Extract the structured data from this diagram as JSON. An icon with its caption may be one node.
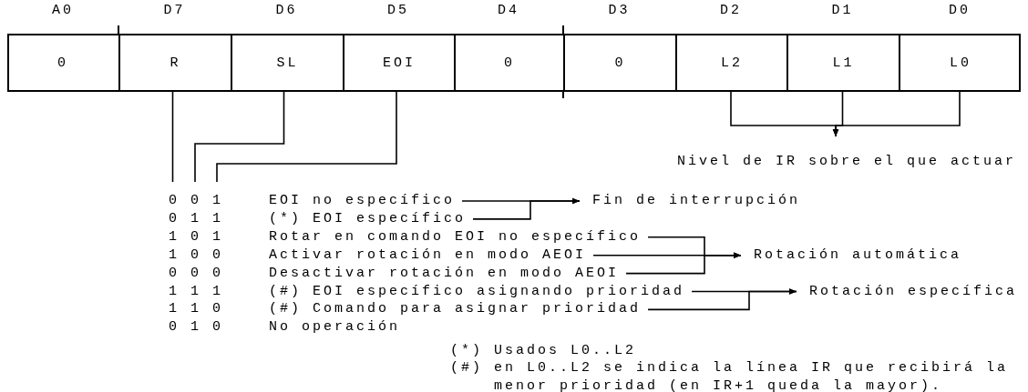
{
  "diagram": {
    "nodes": [
      {
        "text": [
          "0"
        ]
      },
      {
        "text": [
          "R"
        ]
      },
      {
        "text": [
          "SL"
        ]
      },
      {
        "text": [
          "EOI"
        ]
      },
      {
        "text": [
          "0"
        ]
      },
      {
        "text": [
          "0"
        ]
      },
      {
        "text": [
          "L2"
        ]
      },
      {
        "text": [
          "L1"
        ]
      },
      {
        "text": [
          "L0"
        ]
      },
      {
        "text": [
          "Nivel de IR sobre el que actuar"
        ]
      },
      {
        "text": [
          "EOI no específico"
        ]
      },
      {
        "text": [
          "Fin de interrupción"
        ]
      },
      {
        "text": [
          "(*) EOI específico"
        ]
      },
      {
        "text": [
          "Rotar en comando EOI no específico"
        ]
      },
      {
        "text": [
          "Activar rotación en modo AEOI"
        ]
      },
      {
        "text": [
          "Rotación automática"
        ]
      },
      {
        "text": [
          "Desactivar rotación en modo AEOI"
        ]
      },
      {
        "text": [
          "(#) EOI específico asignando prioridad"
        ]
      },
      {
        "text": [
          "Rotación específica"
        ]
      },
      {
        "text": [
          "(#) Comando para asignar prioridad"
        ]
      }
    ],
    "edges": [
      {
        "from": 1,
        "to": null,
        "arrow": "none"
      },
      {
        "from": 2,
        "to": null,
        "arrow": "none"
      },
      {
        "from": 3,
        "to": null,
        "arrow": "none"
      },
      {
        "from": 6,
        "to": 9,
        "arrow": "to"
      },
      {
        "from": 7,
        "to": 9,
        "arrow": "to"
      },
      {
        "from": 8,
        "to": 9,
        "arrow": "to"
      },
      {
        "from": 10,
        "to": 11,
        "arrow": "to"
      },
      {
        "from": 12,
        "to": 11,
        "arrow": "to"
      },
      {
        "from": 13,
        "to": 15,
        "arrow": "to"
      },
      {
        "from": 14,
        "to": 15,
        "arrow": "to"
      },
      {
        "from": 16,
        "to": 15,
        "arrow": "to"
      },
      {
        "from": 17,
        "to": 18,
        "arrow": "to"
      },
      {
        "from": 19,
        "to": 18,
        "arrow": "to"
      }
    ],
    "labels": [
      "A0",
      "D7",
      "D6",
      "D5",
      "D4",
      "D3",
      "D2",
      "D1",
      "D0",
      "0 0 1",
      "0 1 1",
      "1 0 1",
      "1 0 0",
      "0 0 0",
      "1 1 1",
      "1 1 0",
      "0 1 0",
      "No operación",
      "(*) Usados L0..L2",
      "(#) en L0..L2 se indica la línea IR que recibirá la menor prioridad (en IR+1 queda la mayor)."
    ]
  }
}
